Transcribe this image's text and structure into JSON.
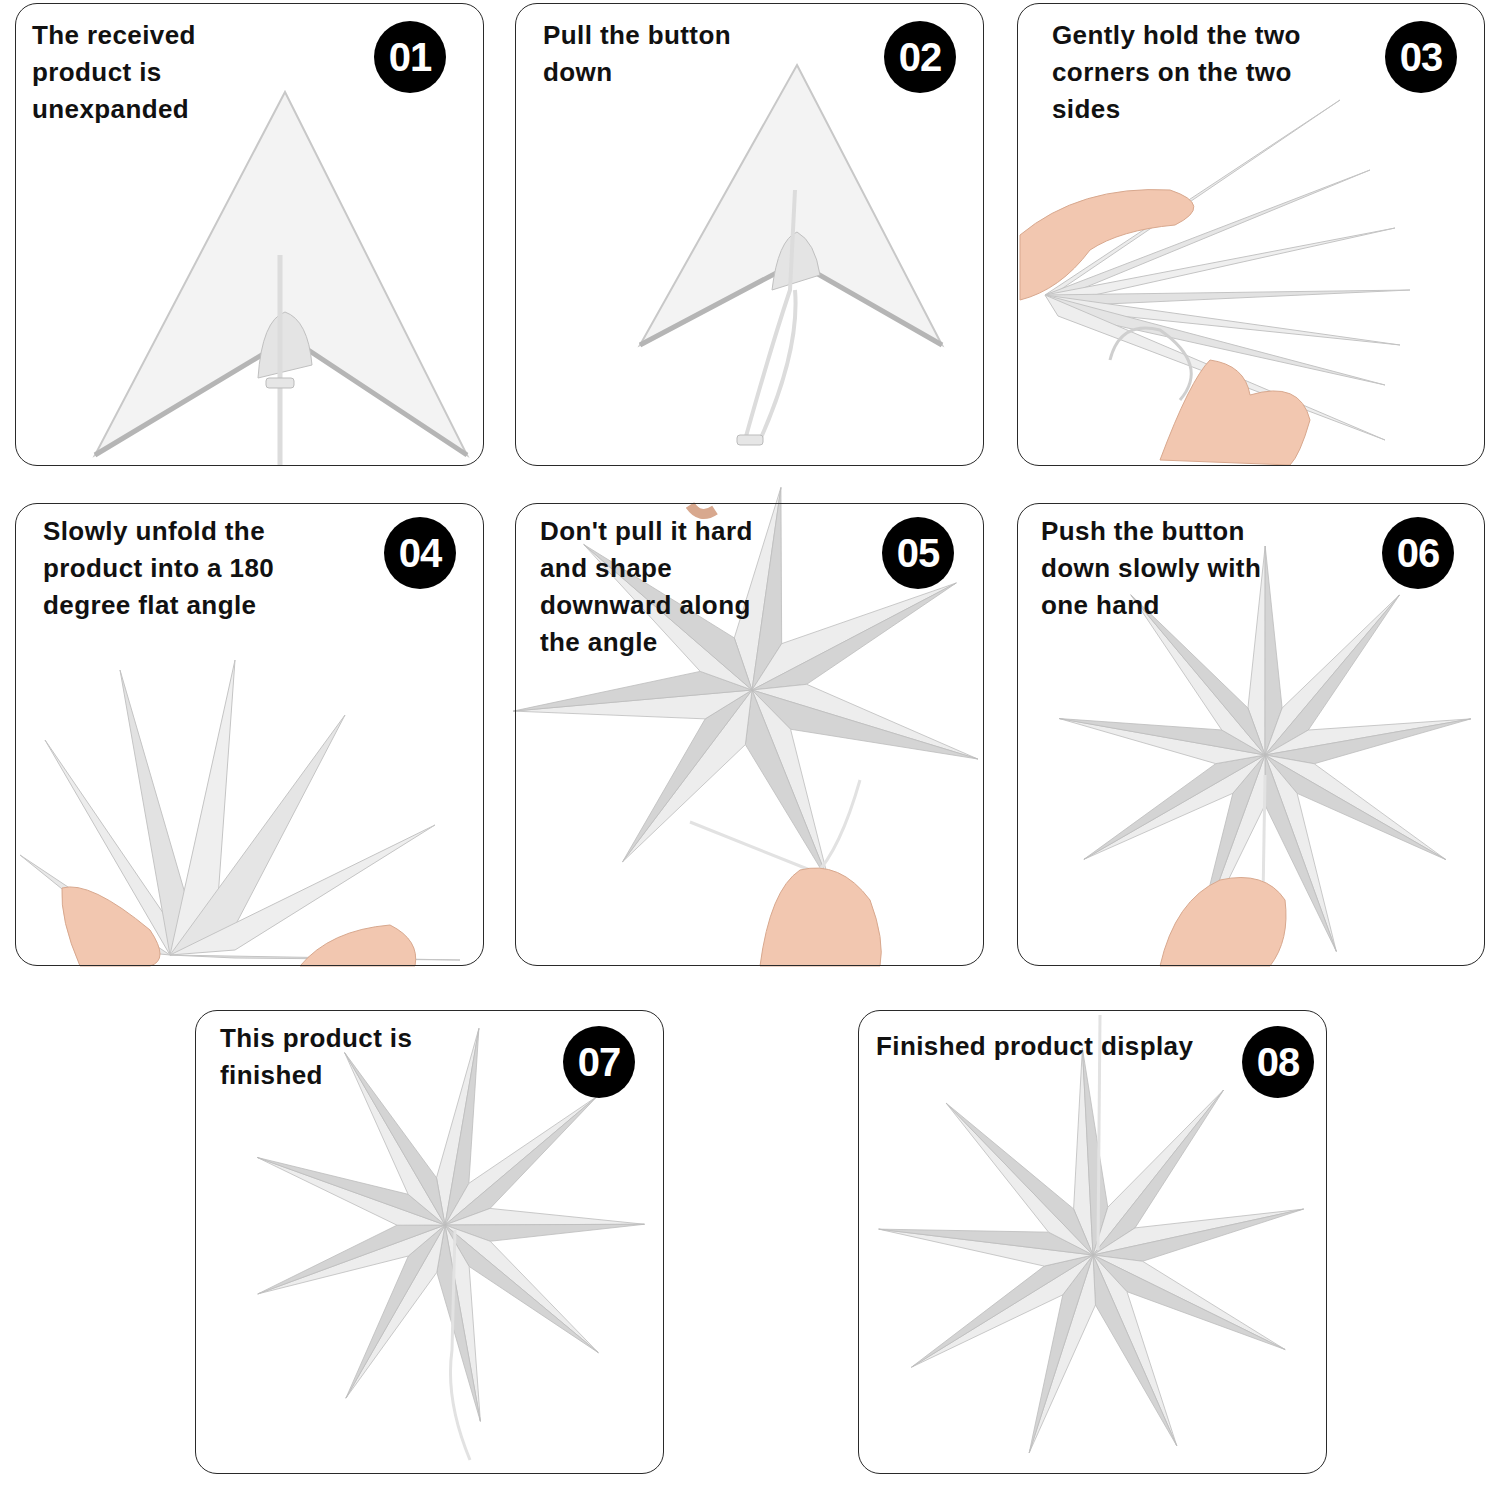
{
  "diagram": {
    "nodes": [
      {
        "text": [
          "The received product is unexpanded"
        ]
      },
      {
        "text": [
          "01"
        ],
        "in": 0
      },
      {
        "text": [
          "Pull the button down"
        ]
      },
      {
        "text": [
          "02"
        ],
        "in": 2
      },
      {
        "text": [
          "Gently hold the two corners on the two sides"
        ]
      },
      {
        "text": [
          "03"
        ],
        "in": 4
      },
      {
        "text": [
          "Slowly unfold the product into a 180 degree flat angle"
        ]
      },
      {
        "text": [
          "04"
        ],
        "in": 6
      },
      {
        "text": [
          "Don't pull it hard and shape downward along the angle"
        ]
      },
      {
        "text": [
          "05"
        ],
        "in": 8
      },
      {
        "text": [
          "Push the button down slowly with one hand"
        ]
      },
      {
        "text": [
          "06"
        ],
        "in": 10
      },
      {
        "text": [
          "This product is finished"
        ]
      },
      {
        "text": [
          "07"
        ],
        "in": 12
      },
      {
        "text": [
          "Finished product display"
        ]
      },
      {
        "text": [
          "08"
        ],
        "in": 14
      }
    ]
  }
}
